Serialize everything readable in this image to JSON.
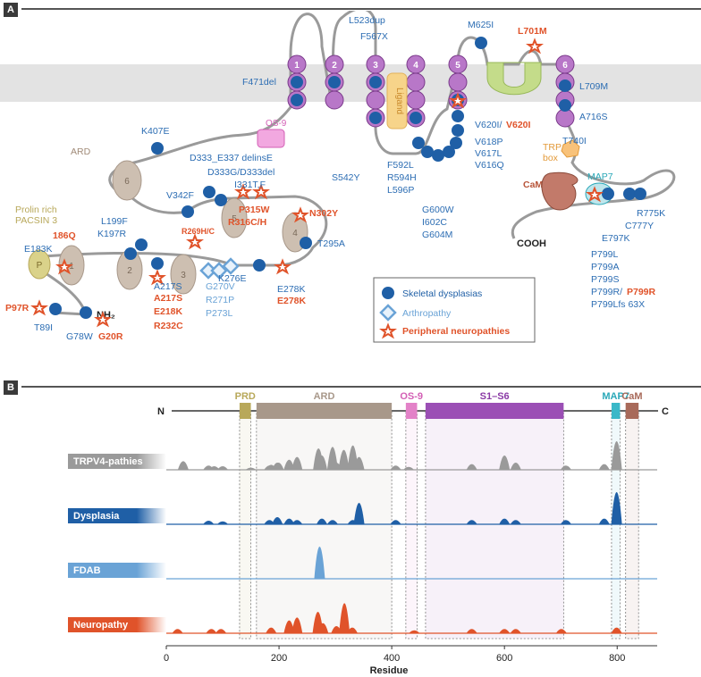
{
  "panel_a": {
    "tag": "A",
    "tm_numbers": [
      "1",
      "2",
      "3",
      "4",
      "5",
      "6"
    ],
    "ligand": "Ligand",
    "os9": "OS-9",
    "ard": "ARD",
    "ankyrin_numbers": [
      "1",
      "2",
      "3",
      "4",
      "5",
      "6"
    ],
    "p_label": "P",
    "nh2": "NH₂",
    "cooh": "COOH",
    "prolin_line1": "Prolin rich",
    "prolin_line2": "PACSIN 3",
    "trp_line1": "TRP",
    "trp_line2": "box",
    "cam": "CaM",
    "map7": "MAP7",
    "mutations": {
      "F471del": "F471del",
      "L523dup": "L523dup",
      "F567X": "F567X",
      "M625I": "M625I",
      "L701M": "L701M",
      "L709M": "L709M",
      "A716S": "A716S",
      "V620I_blue": "V620I/",
      "V620I_red": "V620I",
      "V618P": "V618P",
      "V617L": "V617L",
      "V616Q": "V616Q",
      "T740I": "T740I",
      "S542Y": "S542Y",
      "K407E": "K407E",
      "D333_E337": "D333_E337 delinsE",
      "D333G": "D333G/D333del",
      "I331TF": "I331T,F",
      "V342F": "V342F",
      "P315W": "P315W",
      "R316CH": "R316C/H",
      "N302Y": "N302Y",
      "R269HC": "R269H/C",
      "T295A": "T295A",
      "K276E": "K276E",
      "E278K_blue": "E278K",
      "E278K_red": "E278K",
      "L199F": "L199F",
      "K197R": "K197R",
      "E183K": "E183K",
      "186Q": "186Q",
      "A217S_blue": "A217S",
      "A217S_red": "A217S",
      "E218K": "E218K",
      "R232C": "R232C",
      "G270V": "G270V",
      "R271P": "R271P",
      "P273L": "P273L",
      "P97R": "P97R",
      "T89I": "T89I",
      "G78W": "G78W",
      "G20R": "G20R",
      "F592L": "F592L",
      "R594H": "R594H",
      "L596P": "L596P",
      "G600W": "G600W",
      "I602C": "I602C",
      "G604M": "G604M",
      "R775K": "R775K",
      "C777Y": "C777Y",
      "E797K": "E797K",
      "P799L": "P799L",
      "P799A": "P799A",
      "P799S": "P799S",
      "P799R_blue": "P799R/",
      "P799R_red": "P799R",
      "P799Lfs": "P799Lfs 63X"
    },
    "legend": [
      {
        "label": "Skeletal dysplasias",
        "color": "#1f5fa6"
      },
      {
        "label": "Arthropathy",
        "color": "#6aa3d6"
      },
      {
        "label": "Peripheral neuropathies",
        "color": "#e0532a"
      }
    ]
  },
  "panel_b": {
    "tag": "B",
    "n_label": "N",
    "c_label": "C",
    "domains": [
      {
        "name": "PRD",
        "start": 130,
        "end": 150,
        "color": "#b8a85a",
        "text_color": "#b8a85a"
      },
      {
        "name": "ARD",
        "start": 160,
        "end": 400,
        "color": "#a8988a",
        "text_color": "#a8988a"
      },
      {
        "name": "OS-9",
        "start": 425,
        "end": 445,
        "color": "#e382c8",
        "text_color": "#d35fb5"
      },
      {
        "name": "S1–S6",
        "start": 460,
        "end": 705,
        "color": "#9b4fb5",
        "text_color": "#8a3aa5"
      },
      {
        "name": "MAP7",
        "start": 790,
        "end": 805,
        "color": "#3ab8c8",
        "text_color": "#2aa8b8"
      },
      {
        "name": "CaM",
        "start": 815,
        "end": 838,
        "color": "#a86a5a",
        "text_color": "#a86a5a"
      }
    ],
    "tracks": [
      {
        "label": "TRPV4-pathies",
        "color": "#9a9a9a",
        "peaks": [
          [
            30,
            12
          ],
          [
            75,
            6
          ],
          [
            85,
            5
          ],
          [
            100,
            5
          ],
          [
            150,
            3
          ],
          [
            183,
            6
          ],
          [
            186,
            7
          ],
          [
            197,
            10
          ],
          [
            199,
            10
          ],
          [
            218,
            14
          ],
          [
            232,
            18
          ],
          [
            270,
            30
          ],
          [
            276,
            20
          ],
          [
            295,
            32
          ],
          [
            302,
            10
          ],
          [
            315,
            28
          ],
          [
            331,
            34
          ],
          [
            342,
            18
          ],
          [
            407,
            6
          ],
          [
            430,
            4
          ],
          [
            542,
            8
          ],
          [
            600,
            20
          ],
          [
            620,
            10
          ],
          [
            709,
            6
          ],
          [
            777,
            8
          ],
          [
            799,
            40
          ]
        ]
      },
      {
        "label": "Dysplasia",
        "color": "#1f5fa6",
        "peaks": [
          [
            75,
            5
          ],
          [
            100,
            4
          ],
          [
            183,
            6
          ],
          [
            197,
            10
          ],
          [
            218,
            8
          ],
          [
            232,
            6
          ],
          [
            276,
            8
          ],
          [
            295,
            6
          ],
          [
            331,
            6
          ],
          [
            342,
            30
          ],
          [
            407,
            6
          ],
          [
            542,
            6
          ],
          [
            600,
            8
          ],
          [
            620,
            6
          ],
          [
            709,
            6
          ],
          [
            777,
            8
          ],
          [
            799,
            45
          ]
        ]
      },
      {
        "label": "FDAB",
        "color": "#6aa3d6",
        "peaks": [
          [
            272,
            45
          ]
        ]
      },
      {
        "label": "Neuropathy",
        "color": "#e0532a",
        "peaks": [
          [
            20,
            6
          ],
          [
            80,
            6
          ],
          [
            97,
            6
          ],
          [
            186,
            8
          ],
          [
            218,
            18
          ],
          [
            232,
            22
          ],
          [
            269,
            30
          ],
          [
            278,
            14
          ],
          [
            302,
            10
          ],
          [
            316,
            42
          ],
          [
            330,
            8
          ],
          [
            440,
            4
          ],
          [
            542,
            6
          ],
          [
            600,
            6
          ],
          [
            620,
            6
          ],
          [
            701,
            6
          ],
          [
            799,
            8
          ]
        ]
      }
    ],
    "axis": {
      "min": 0,
      "max": 871,
      "ticks": [
        0,
        200,
        400,
        600,
        800
      ],
      "label": "Residue"
    }
  }
}
